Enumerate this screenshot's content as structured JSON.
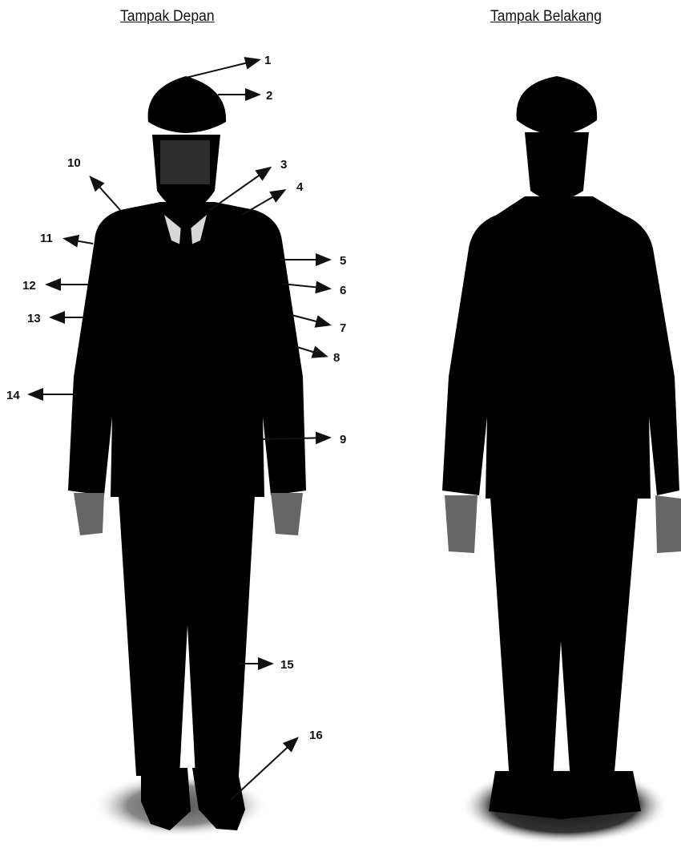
{
  "headings": {
    "front": "Tampak Depan",
    "back": "Tampak Belakang"
  },
  "callouts": [
    "1",
    "2",
    "3",
    "4",
    "5",
    "6",
    "7",
    "8",
    "9",
    "10",
    "11",
    "12",
    "13",
    "14",
    "15",
    "16"
  ],
  "colors": {
    "silhouette": "#000000",
    "shadow": "#777777",
    "text": "#111111"
  }
}
